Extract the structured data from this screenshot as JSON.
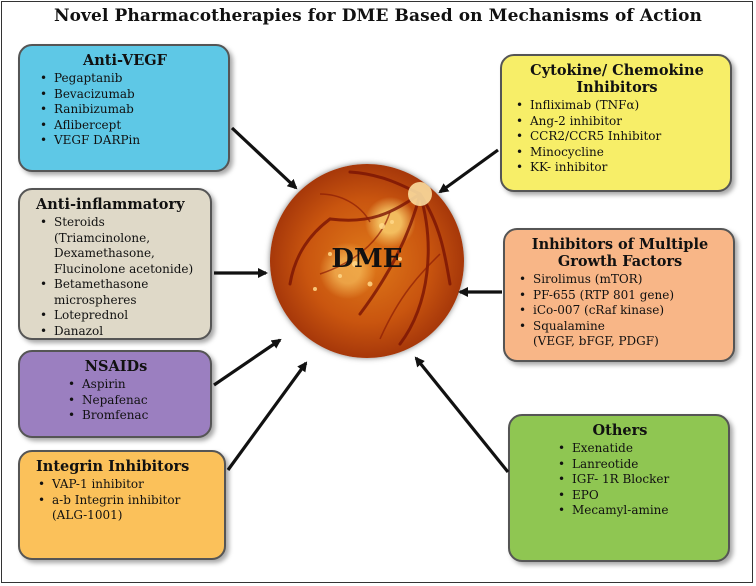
{
  "title": "Novel Pharmacotherapies for DME Based on Mechanisms of Action",
  "center": {
    "label": "DME"
  },
  "boxes": {
    "anti_vegf": {
      "heading": "Anti-VEGF",
      "items": [
        "Pegaptanib",
        "Bevacizumab",
        "Ranibizumab",
        "Aflibercept",
        "VEGF DARPin"
      ],
      "color": "#5ec8e6"
    },
    "anti_inflammatory": {
      "heading": "Anti-inflammatory",
      "items": [
        "Steroids (Triamcinolone, Dexamethasone, Flucinolone acetonide)",
        "Betamethasone microspheres",
        "Loteprednol",
        "Danazol"
      ],
      "color": "#dfd9c8"
    },
    "nsaids": {
      "heading": "NSAIDs",
      "items": [
        "Aspirin",
        "Nepafenac",
        "Bromfenac"
      ],
      "color": "#9b7fc0"
    },
    "integrin": {
      "heading": "Integrin Inhibitors",
      "items": [
        "VAP-1 inhibitor",
        "a-b Integrin inhibitor (ALG-1001)"
      ],
      "color": "#fbc15a"
    },
    "cytokine": {
      "heading": "Cytokine/ Chemokine Inhibitors",
      "items": [
        "Infliximab (TNFα)",
        "Ang-2 inhibitor",
        "CCR2/CCR5 Inhibitor",
        "Minocycline",
        "KK- inhibitor"
      ],
      "color": "#f7ee68"
    },
    "multiple_growth": {
      "heading": "Inhibitors of Multiple Growth Factors",
      "items": [
        "Sirolimus (mTOR)",
        "PF-655 (RTP 801 gene)",
        "iCo-007 (cRaf kinase)",
        "Squalamine",
        "(VEGF, bFGF, PDGF)"
      ],
      "color": "#f8b687"
    },
    "others": {
      "heading": "Others",
      "items": [
        "Exenatide",
        "Lanreotide",
        "IGF- 1R Blocker",
        "EPO",
        "Mecamyl-amine"
      ],
      "color": "#8fc652"
    }
  }
}
